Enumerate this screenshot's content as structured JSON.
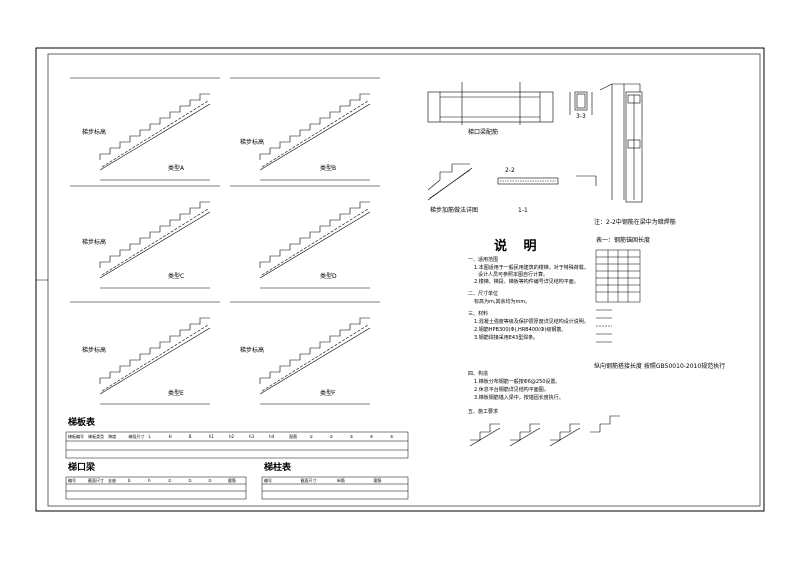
{
  "drawing": {
    "title": "说  明",
    "types": [
      "类型A",
      "类型B",
      "类型C",
      "类型D",
      "类型E",
      "类型F"
    ],
    "label_ladder": "梯步标高",
    "beam_section_caption": "梯口梁配筋",
    "stair_detail_caption": "梯步加筋做法详图",
    "section_11": "1-1",
    "section_22": "2-2",
    "section_33": "3-3",
    "stirrup_note": "注：2-2中钢筋在梁中为暗焊筋",
    "table_caption": "表一：钢筋锚固长度",
    "lap_note": "纵向钢筋搭接长度  按照GB50010-2010规范执行",
    "notes": {
      "s1": "一、适用范围",
      "s1_1": "1.本图适用于一般民用建筑的楼梯，对于特殊荷载，",
      "s1_1b": "设计人员可参照本图自行计算。",
      "s1_2": "2.楼梯、梯段、梯板等构件编号详见结构平面。",
      "s2": "二、尺寸单位",
      "s2_1": "标高为m,其余均为mm。",
      "s3": "三、材料",
      "s3_1": "1.混凝土强度等级及保护层厚度详见结构设计说明。",
      "s3_2": "2.钢筋HPB300(Φ),HRB400(Ф)级钢筋。",
      "s3_3": "3.钢筋焊接采用E43型焊条。",
      "s4": "四、构造",
      "s4_1": "1.梯板分布钢筋一般按Φ6@250设置。",
      "s4_2": "2.休息平台钢筋详见结构平面图。",
      "s4_3": "3.梯板钢筋锚入梁中，按锚固长度执行。",
      "s5": "五、施工要求"
    }
  },
  "tables": {
    "ladder": {
      "title": "梯板表",
      "headers": [
        "梯板编号",
        "梯板类型",
        "跨度",
        "梯段尺寸",
        "L",
        "H",
        "B",
        "h1",
        "h2",
        "h3",
        "h4",
        "配筋",
        "①",
        "②",
        "③",
        "④",
        "⑤"
      ]
    },
    "beam": {
      "title": "梯口梁",
      "headers": [
        "编号",
        "截面尺寸",
        "支座",
        "b",
        "h",
        "①",
        "②",
        "③",
        "箍筋"
      ]
    },
    "column": {
      "title": "梯柱表",
      "headers": [
        "编号",
        "截面尺寸",
        "纵筋",
        "箍筋"
      ]
    }
  }
}
